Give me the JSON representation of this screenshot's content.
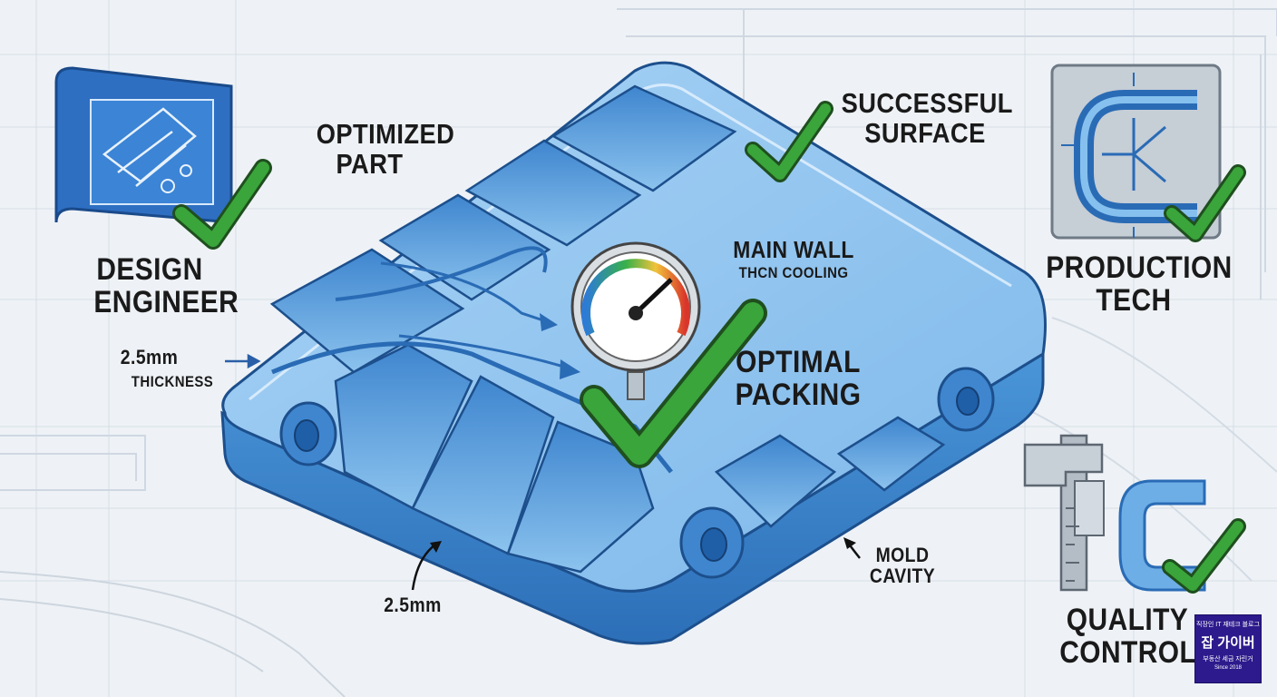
{
  "labels": {
    "design_engineer": [
      "DESIGN",
      "ENGINEER"
    ],
    "optimized_part": [
      "OPTIMIZED",
      "PART"
    ],
    "successful_surface": [
      "SUCCESSFUL",
      "SURFACE"
    ],
    "production_tech": [
      "PRODUCTION",
      "TECH"
    ],
    "main_wall": "MAIN WALL",
    "main_wall_sub": "THCN COOLING",
    "optimal_packing": [
      "OPTIMAL",
      "PACKING"
    ],
    "thickness_value": "2.5mm",
    "thickness_label": "THICKNESS",
    "bottom_dimension": "2.5mm",
    "mold_cavity": [
      "MOLD",
      "CAVITY"
    ],
    "quality_control": [
      "QUALITY",
      "CONTROL"
    ]
  },
  "badge": {
    "top_text": "직장인 IT 재테크 블로그",
    "main_text": "잡 가이버",
    "sub_text": "부동산 세금 자린거",
    "since_text": "Since 2018"
  },
  "colors": {
    "part_blue": "#3d8fd6",
    "part_dark": "#1f5fa8",
    "check_green": "#3aa53a",
    "background": "#eef2f6",
    "badge_purple": "#2d1a8c"
  }
}
